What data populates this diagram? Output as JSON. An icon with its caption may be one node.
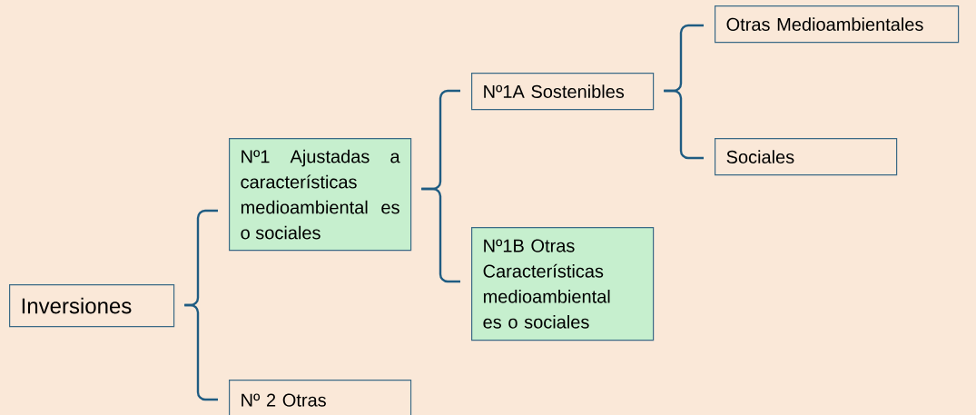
{
  "diagram": {
    "nodes": [
      {
        "text": [
          "Inversiones"
        ]
      },
      {
        "text": [
          "Nº1 Ajustadas a características medioambiental es o sociales"
        ]
      },
      {
        "text": [
          "Nº 2 Otras"
        ]
      },
      {
        "text": [
          "Nº1A Sostenibles"
        ]
      },
      {
        "text": [
          "Nº1B Otras Características medioambiental es o sociales"
        ]
      },
      {
        "text": [
          "Otras Medioambientales"
        ]
      },
      {
        "text": [
          "Sociales"
        ]
      }
    ],
    "edges": [
      {
        "from": 0,
        "to": 1,
        "arrow": "none"
      },
      {
        "from": 0,
        "to": 2,
        "arrow": "none"
      },
      {
        "from": 1,
        "to": 3,
        "arrow": "none"
      },
      {
        "from": 1,
        "to": 4,
        "arrow": "none"
      },
      {
        "from": 3,
        "to": 5,
        "arrow": "none"
      },
      {
        "from": 3,
        "to": 6,
        "arrow": "none"
      }
    ]
  }
}
